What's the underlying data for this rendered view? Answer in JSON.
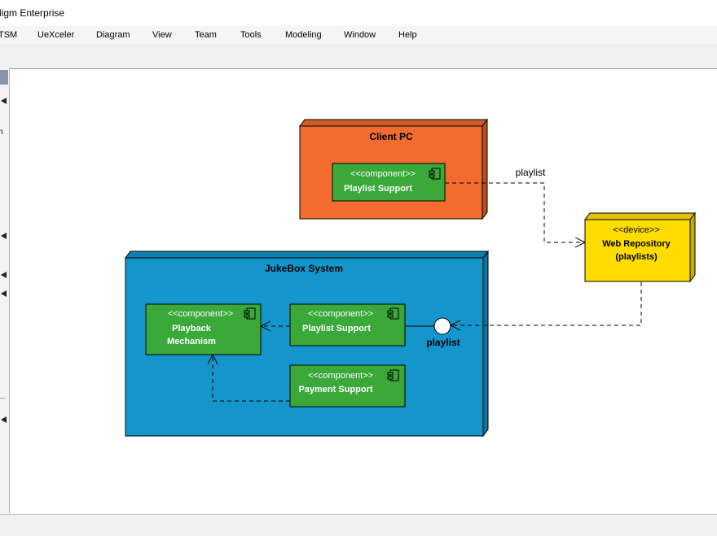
{
  "window": {
    "title": "ligm Enterprise"
  },
  "menu": {
    "items": [
      "TSM",
      "UeXceler",
      "Diagram",
      "View",
      "Team",
      "Tools",
      "Modeling",
      "Window",
      "Help"
    ]
  },
  "left_panel": {
    "letter": "n"
  },
  "diagram": {
    "colors": {
      "client_node": "#f26b2f",
      "jukebox_node": "#1495cb",
      "device_node": "#ffdc00",
      "component": "#3aa93a"
    },
    "nodes": {
      "client_pc": {
        "name": "Client PC"
      },
      "jukebox": {
        "name": "JukeBox System"
      },
      "web_repo": {
        "stereotype": "<<device>>",
        "name_line1": "Web Repository",
        "name_line2": "(playlists)"
      }
    },
    "components": {
      "playlist_support_client": {
        "stereotype": "<<component>>",
        "name": "Playlist Support"
      },
      "playback": {
        "stereotype": "<<component>>",
        "name_line1": "Playback",
        "name_line2": "Mechanism"
      },
      "playlist_support_jukebox": {
        "stereotype": "<<component>>",
        "name": "Playlist Support"
      },
      "payment_support": {
        "stereotype": "<<component>>",
        "name": "Payment Support"
      }
    },
    "labels": {
      "dependency_label": "playlist",
      "interface_label": "playlist"
    }
  }
}
